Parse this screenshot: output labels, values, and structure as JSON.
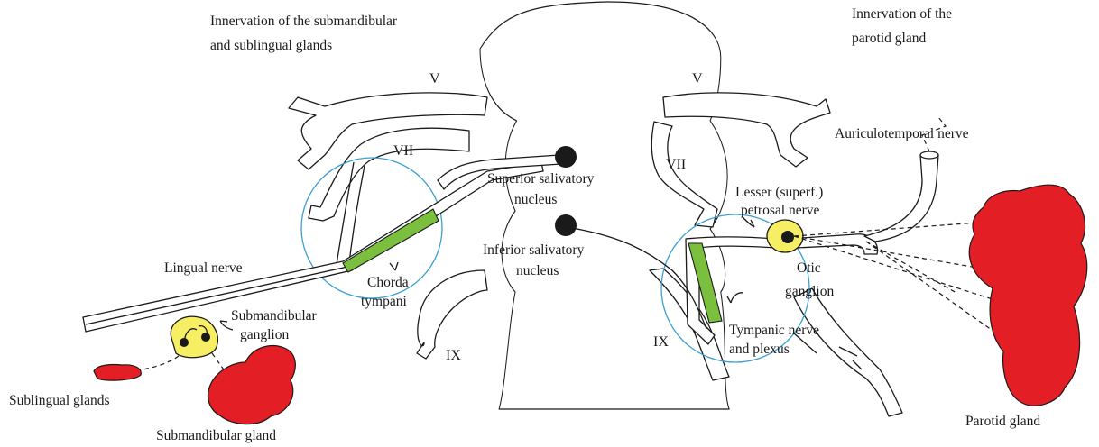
{
  "titles": {
    "left_line1": "Innervation of the submandibular",
    "left_line2": "and sublingual glands",
    "right_line1": "Innervation of the",
    "right_line2": "parotid gland"
  },
  "cranial_nerves": {
    "v_left": "V",
    "v_right": "V",
    "vii_left": "VII",
    "vii_right": "VII",
    "ix_left": "IX",
    "ix_right": "IX"
  },
  "labels": {
    "superior_nucleus_1": "Superior salivatory",
    "superior_nucleus_2": "nucleus",
    "inferior_nucleus_1": "Inferior salivatory",
    "inferior_nucleus_2": "nucleus",
    "lingual_nerve": "Lingual nerve",
    "chorda_1": "Chorda",
    "chorda_2": "tympani",
    "submandibular_ganglion_1": "Submandibular",
    "submandibular_ganglion_2": "ganglion",
    "sublingual_glands": "Sublingual glands",
    "submandibular_gland": "Submandibular gland",
    "lesser_petrosal_1": "Lesser (superf.)",
    "lesser_petrosal_2": "petrosal nerve",
    "otic_1": "Otic",
    "otic_2": "ganglion",
    "tympanic_1": "Tympanic nerve",
    "tympanic_2": "and plexus",
    "auriculotemporal": "Auriculotemporal nerve",
    "parotid": "Parotid gland"
  }
}
